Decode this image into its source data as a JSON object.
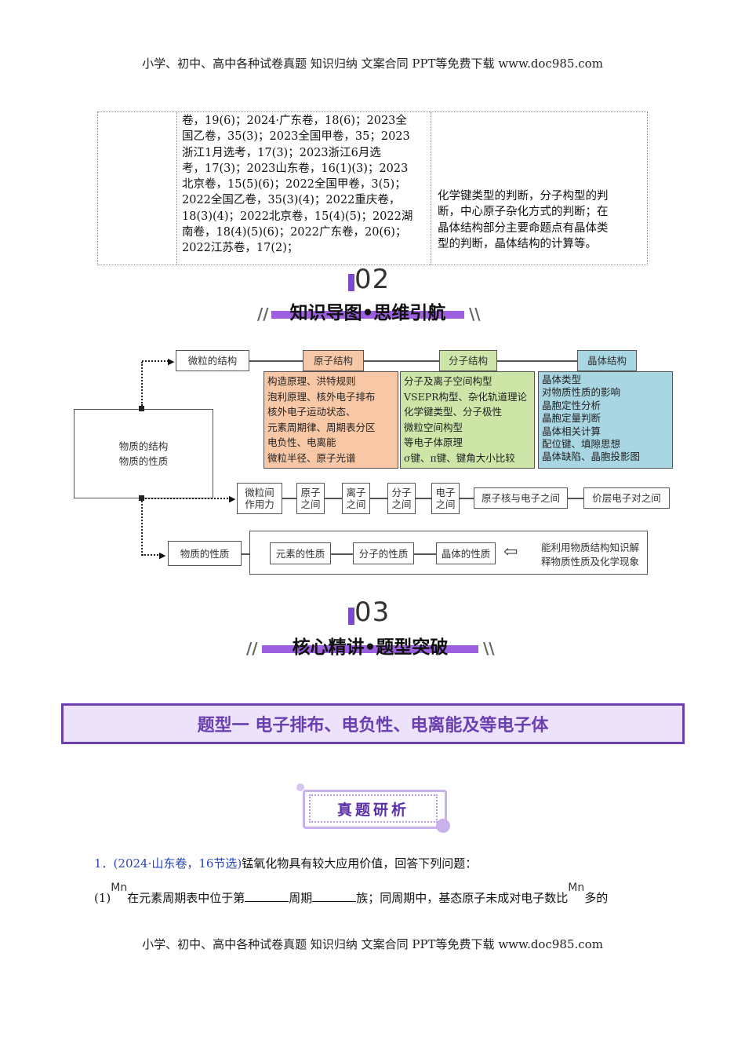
{
  "page_header": "小学、初中、高中各种试卷真题  知识归纳  文案合同  PPT等免费下载      www.doc985.com",
  "page_footer": "小学、初中、高中各种试卷真题  知识归纳  文案合同  PPT等免费下载      www.doc985.com",
  "table": {
    "exam_lines": [
      "卷，19(6)；2024·广东卷，18(6)；2023全",
      "国乙卷，35(3)；2023全国甲卷，35；2023",
      "浙江1月选考，17(3)；2023浙江6月选",
      "考，17(3)；2023山东卷，16(1)(3)；2023",
      "北京卷，15(5)(6)；2022全国甲卷，3(5)；",
      "2022全国乙卷，35(3)(4)；2022重庆卷，",
      "18(3)(4)；2022北京卷，15(4)(5)；2022湖",
      "南卷，18(4)(5)(6)；2022广东卷，20(6)；",
      "2022江苏卷，17(2)；"
    ],
    "focus_lines": [
      "化学键类型的判断，分子构型的判",
      "断，中心原子杂化方式的判断；在",
      "晶体结构部分主要命题点有晶体类",
      "型的判断，晶体结构的计算等。"
    ]
  },
  "section02": {
    "number": "02",
    "title": "知识导图•思维引航"
  },
  "section03": {
    "number": "03",
    "title": "核心精讲•题型突破"
  },
  "mindmap": {
    "center": [
      "物质的结构",
      "物质的性质"
    ],
    "row1": {
      "start": "微粒的结构",
      "atom": {
        "title": "原子结构",
        "items": [
          "构造原理、洪特规则",
          "泡利原理、核外电子排布",
          "核外电子运动状态、",
          "元素周期律、周期表分区",
          "电负性、电离能",
          "微粒半径、原子光谱"
        ]
      },
      "molecule": {
        "title": "分子结构",
        "items": [
          "分子及离子空间构型",
          "VSEPR构型、杂化轨道理论",
          "化学键类型、分子极性",
          "微粒空间构型",
          "等电子体原理",
          "σ键、π键、键角大小比较"
        ]
      },
      "crystal": {
        "title": "晶体结构",
        "items": [
          "晶体类型",
          "对物质性质的影响",
          "晶胞定性分析",
          "晶胞定量判断",
          "晶体相关计算",
          "配位键、填隙思想",
          "晶体缺陷、晶胞投影图"
        ]
      }
    },
    "row2": [
      "微粒间\n作用力",
      "原子\n之间",
      "离子\n之间",
      "分子\n之间",
      "电子\n之间",
      "原子核与电子之间",
      "价层电子对之间"
    ],
    "row3": {
      "start": "物质的性质",
      "items": [
        "元素的性质",
        "分子的性质",
        "晶体的性质"
      ],
      "note": [
        "能利用物质结构知识解",
        "释物质性质及化学现象"
      ]
    },
    "colors": {
      "atom": "#f8c7a6",
      "molecule": "#cde6a8",
      "crystal": "#a9d6e3"
    }
  },
  "banner": "题型一  电子排布、电负性、电离能及等电子体",
  "badge": "真题研析",
  "question": {
    "number": "1．",
    "source": "(2024·山东卷，16节选)",
    "stem": "锰氧化物具有较大应用价值，回答下列问题：",
    "part1_label": "(1)",
    "symbol": "Mn",
    "part1_a": "在元素周期表中位于第",
    "part1_b": "周期",
    "part1_c": "族；同周期中，基态原子未成对电子数比",
    "part1_d": "多的"
  }
}
